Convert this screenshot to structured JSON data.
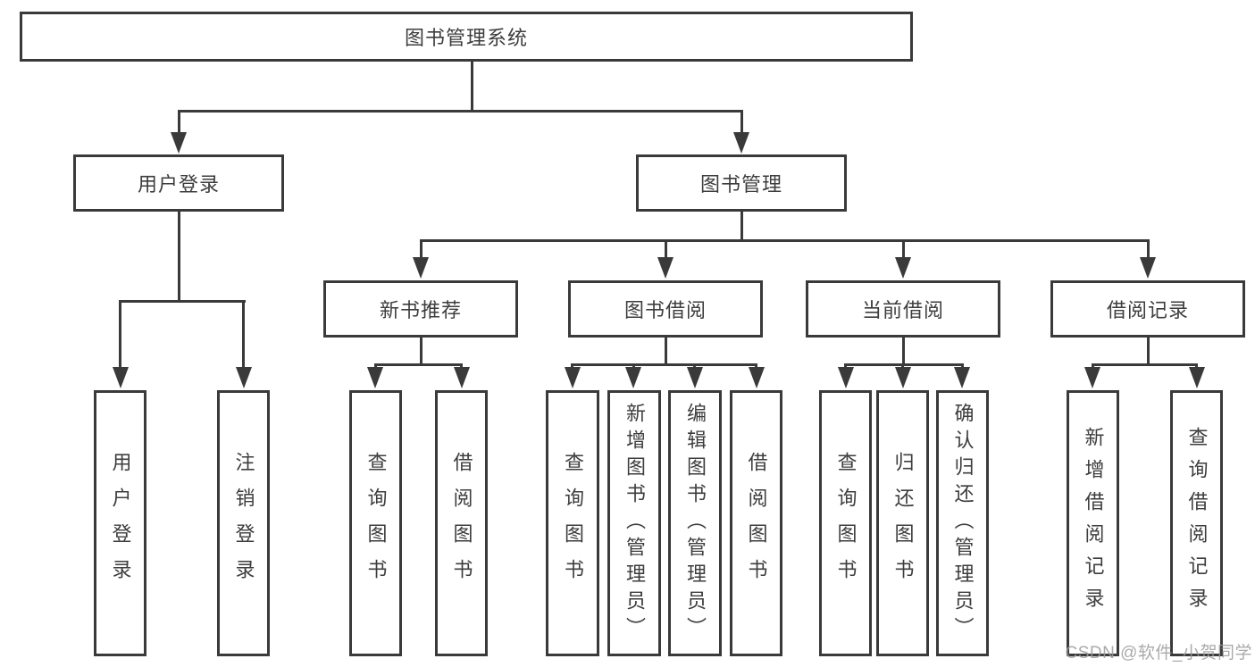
{
  "colors": {
    "line": "#3a3a3a",
    "text": "#3d3d3d",
    "background": "#ffffff",
    "watermark": "#9c9c9c"
  },
  "watermark": {
    "text": "CSDN @软件_小贺同学"
  },
  "tree": {
    "label": "图书管理系统",
    "children": [
      {
        "label": "用户登录",
        "children": [
          {
            "label": "用户登录"
          },
          {
            "label": "注销登录"
          }
        ]
      },
      {
        "label": "图书管理",
        "children": [
          {
            "label": "新书推荐",
            "children": [
              {
                "label": "查询图书"
              },
              {
                "label": "借阅图书"
              }
            ]
          },
          {
            "label": "图书借阅",
            "children": [
              {
                "label": "查询图书"
              },
              {
                "label": "新增图书（管理员）"
              },
              {
                "label": "编辑图书（管理员）"
              },
              {
                "label": "借阅图书"
              }
            ]
          },
          {
            "label": "当前借阅",
            "children": [
              {
                "label": "查询图书"
              },
              {
                "label": "归还图书"
              },
              {
                "label": "确认归还（管理员）"
              }
            ]
          },
          {
            "label": "借阅记录",
            "children": [
              {
                "label": "新增借阅记录"
              },
              {
                "label": "查询借阅记录"
              }
            ]
          }
        ]
      }
    ]
  }
}
